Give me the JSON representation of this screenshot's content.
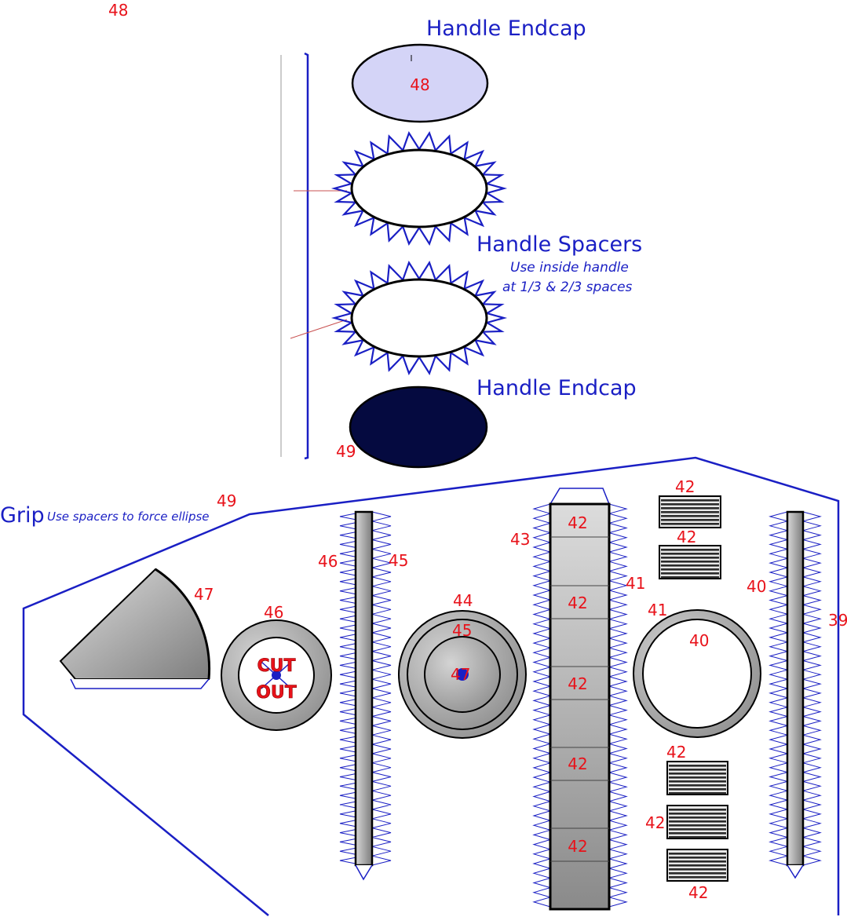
{
  "colors": {
    "outline_blue": "#1a1fc4",
    "label_red": "#e8121a",
    "endcap_top_fill": "#d4d4f7",
    "endcap_bottom_fill": "#050a40",
    "part_gray": "#a8a8a8"
  },
  "handle": {
    "page_number": "48",
    "endcap_top_title": "Handle Endcap",
    "endcap_top_label": "48",
    "spacers_title": "Handle Spacers",
    "spacers_note_line1": "Use inside handle",
    "spacers_note_line2": "at 1/3 & 2/3 spaces",
    "endcap_bottom_title": "Handle Endcap",
    "endcap_bottom_label": "49"
  },
  "grip": {
    "title": "Grip",
    "note": "Use spacers to force ellipse",
    "corner_label": "49",
    "wedge_label": "47",
    "ring_label": "46",
    "cutout_line1": "CUT",
    "cutout_line2": "OUT",
    "strip_left_label_a": "46",
    "strip_left_label_b": "45",
    "disc_outer_label": "44",
    "disc_inner_label": "45",
    "disc_center_label": "47",
    "column_side_label_left": "43",
    "column_side_label_right": "41",
    "column_segment_labels": [
      "42",
      "42",
      "42",
      "42",
      "42"
    ],
    "small_block_labels_top": [
      "42",
      "42"
    ],
    "ring_right_outer_label": "41",
    "ring_right_inner_label": "40",
    "strip_right_label_left": "40",
    "strip_right_label_right": "39",
    "small_block_labels_bottom": [
      "42",
      "42",
      "42"
    ]
  }
}
